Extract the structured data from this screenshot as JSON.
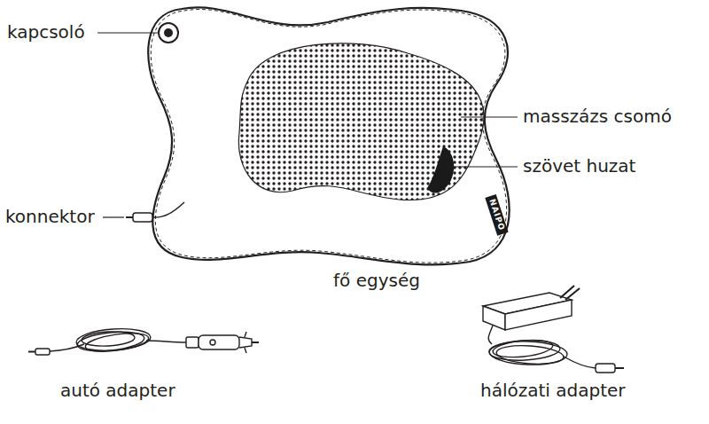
{
  "diagram": {
    "labels": [
      "kapcsoló",
      "masszázs csomó",
      "szövet huzat",
      "NAIPO",
      "konnektor",
      "fő egység",
      "autó adapter",
      "hálózati adapter"
    ]
  }
}
